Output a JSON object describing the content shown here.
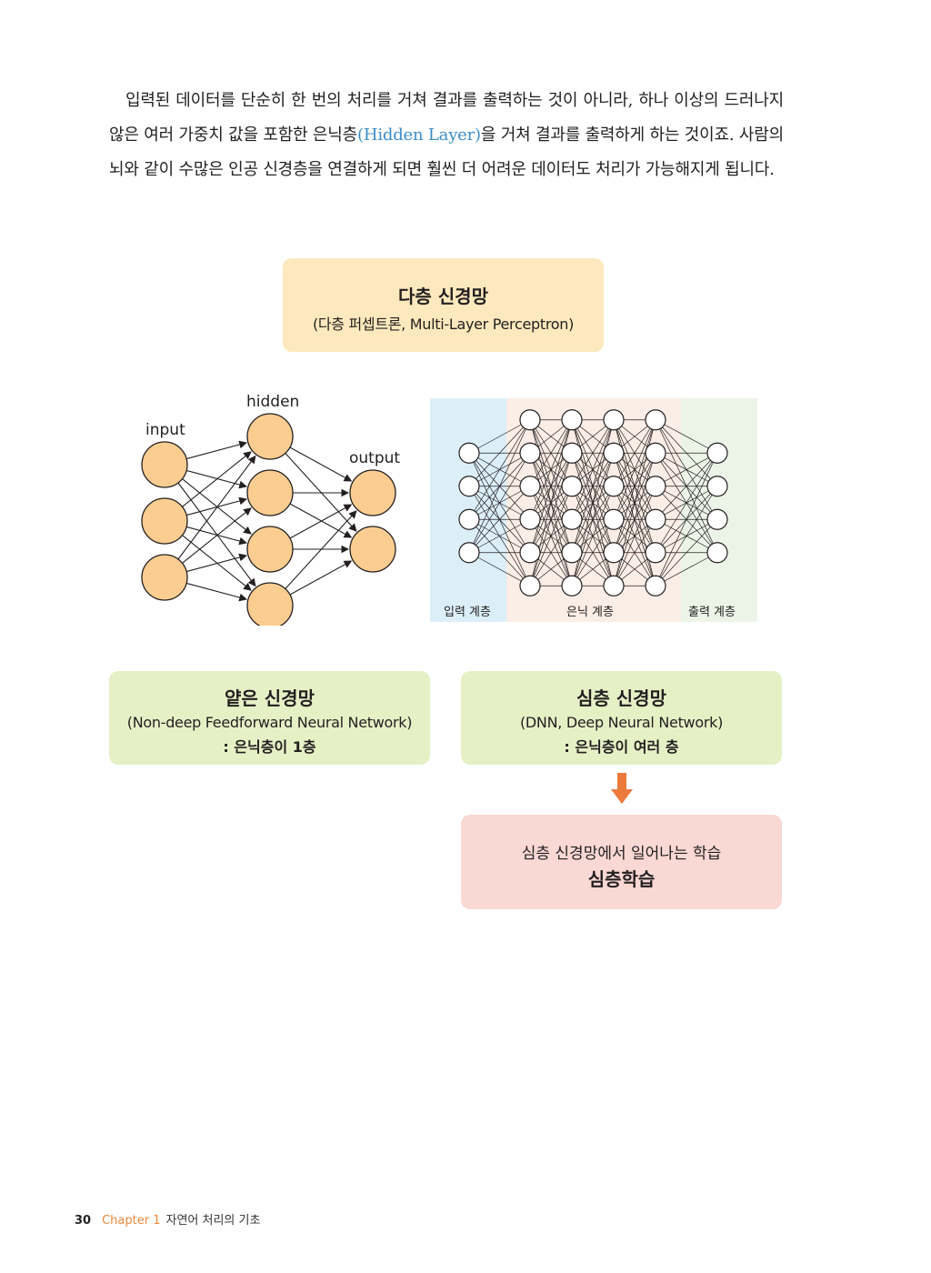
{
  "paragraph": {
    "part1": "입력된 데이터를 단순히 한 번의 처리를 거쳐 결과를 출력하는 것이 아니라, 하나 이상의 드러나지 않은 여러 가중치 값을 포함한 은닉층",
    "highlight": "(Hidden Layer)",
    "part2": "을 거쳐 결과를 출력하게 하는 것이죠. 사람의 뇌와 같이 수많은 인공 신경층을 연결하게 되면 훨씬 더 어려운 데이터도 처리가 가능해지게 됩니다."
  },
  "mlp_box": {
    "title": "다층 신경망",
    "subtitle": "(다층 퍼셉트론, Multi-Layer Perceptron)"
  },
  "simple_net": {
    "input_label": "input",
    "hidden_label": "hidden",
    "output_label": "output",
    "layers": [
      3,
      4,
      2
    ]
  },
  "deep_net": {
    "input_layer_label": "입력 계층",
    "hidden_layer_label": "은닉 계층",
    "output_layer_label": "출력 계층",
    "layers": [
      4,
      6,
      6,
      6,
      6,
      4
    ]
  },
  "shallow_box": {
    "title": "얕은 신경망",
    "subtitle": "(Non-deep Feedforward Neural Network)",
    "note": ": 은닉층이 1층"
  },
  "deep_box": {
    "title": "심층 신경망",
    "subtitle": "(DNN, Deep Neural Network)",
    "note": ": 은닉층이 여러 층"
  },
  "result_box": {
    "line1": "심층 신경망에서 일어나는 학습",
    "line2": "심층학습"
  },
  "footer": {
    "page_number": "30",
    "chapter": "Chapter 1",
    "chapter_title": "자연어 처리의 기초"
  },
  "colors": {
    "node_fill": "#fbcd91",
    "node_stroke": "#231f20",
    "mlp_box": "#fde9bd",
    "green_box": "#e6f0c5",
    "pink_box": "#fad8d3",
    "input_bg": "#dceff9",
    "hidden_bg": "#fbeee6",
    "output_bg": "#ecf4e8",
    "arrow": "#ec7a3c",
    "accent": "#3c8dc8"
  }
}
